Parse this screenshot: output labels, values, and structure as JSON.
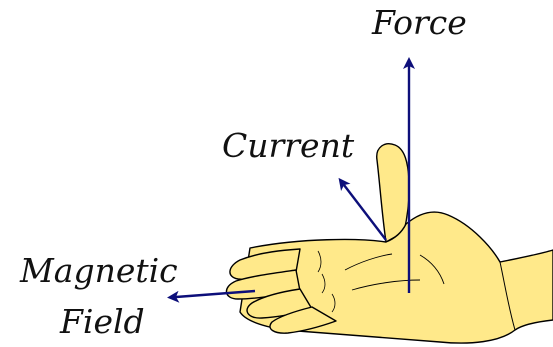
{
  "diagram": {
    "labels": {
      "force": "Force",
      "current": "Current",
      "magnetic_line1": "Magnetic",
      "magnetic_line2": "Field"
    },
    "colors": {
      "hand_fill": "#FFE98A",
      "hand_outline": "#000000",
      "arrow": "#0D0F7A",
      "text": "#111111",
      "background": "#FFFFFF"
    },
    "icons": [
      "hand-illustration",
      "arrow-force",
      "arrow-current",
      "arrow-magnetic-field"
    ]
  }
}
